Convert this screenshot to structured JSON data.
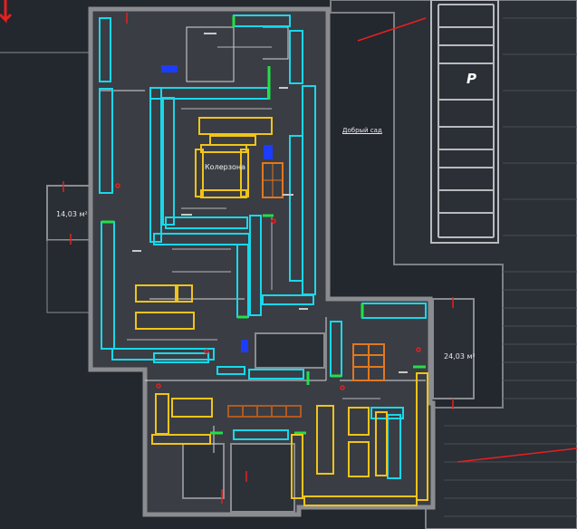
{
  "labels": {
    "area_left": "14,03 м²",
    "area_right": "24,03 м²",
    "shop_name": "Добрый сад",
    "parking": "P",
    "zone": "Колерзона"
  },
  "colors": {
    "background": "#21252b",
    "floor": "#3a3d44",
    "wall": "#8a8c90",
    "shelf_cyan": "#18d8ea",
    "shelf_yellow": "#f0c419",
    "shelf_orange": "#e07820",
    "accent_green": "#22e048",
    "marker_red": "#e52020",
    "marker_blue": "#1c3cff",
    "brown_rack": "#9a4a1a"
  }
}
